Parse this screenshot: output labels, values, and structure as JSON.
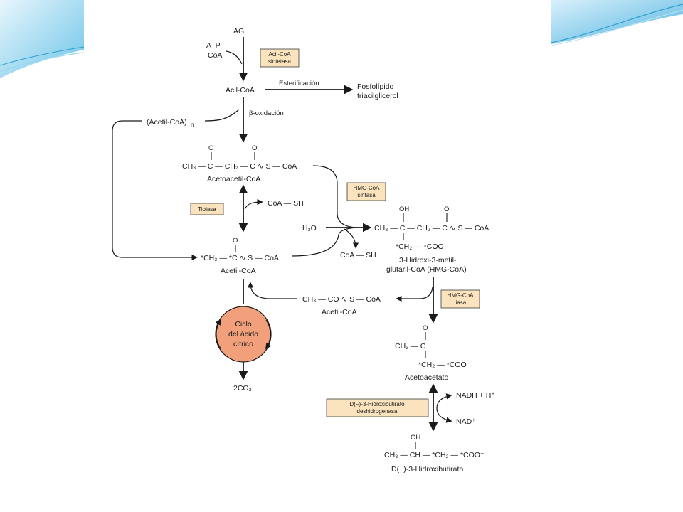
{
  "metabolites": {
    "agl": "AGL",
    "atp": "ATP",
    "coa_in": "CoA",
    "acil_coa": "Acil-CoA",
    "esterificacion": "Esterificación",
    "fosfolipido": "Fosfolípido",
    "triacilglicerol": "triacilglicerol",
    "beta_oxidacion": "β-oxidación",
    "acetil_coa_n": "(Acetil-CoA)",
    "acetil_coa_n_sub": "n",
    "acetoacetil_coa": "Acetoacetil-CoA",
    "coa_sh_1": "CoA — SH",
    "h2o": "H₂O",
    "coa_sh_2": "CoA — SH",
    "acetil_coa": "Acetil-CoA",
    "hmg_name_1": "3-Hidroxi-3-metil-",
    "hmg_name_2": "glutaril-CoA (HMG-CoA)",
    "acetil_coa_2": "Acetil-CoA",
    "acetoacetato": "Acetoacetato",
    "nadh": "NADH + H⁺",
    "nad": "NAD⁺",
    "hidroxibutirato": "D(−)-3-Hidroxibutirato",
    "co2": "2CO₂"
  },
  "formulas": {
    "acetoacetil_chain": "CH₃ — C — CH₂ — C ∿ S — CoA",
    "acetil_chain": "*CH₃ — *C ∿ S — CoA",
    "hmg_chain": "CH₃ — C — CH₂ — C ∿ S — CoA",
    "hmg_branch": "*CH₂ — *COO⁻",
    "hmg_oh": "OH",
    "acetil2_chain": "CH₃ — CO ∿ S — CoA",
    "acetoacetato_top": "CH₃ — C",
    "acetoacetato_branch": "*CH₂ — *COO⁻",
    "hidroxi_oh": "OH",
    "hidroxi_chain": "CH₃ — CH — *CH₂ — *COO⁻",
    "carbonyl_o": "O"
  },
  "enzymes": {
    "acil_coa_sintetasa": [
      "Acil-CoA",
      "sintetasa"
    ],
    "hmg_coa_sintasa": [
      "HMG-CoA",
      "sintasa"
    ],
    "tiolasa": [
      "Tiolasa"
    ],
    "hmg_coa_liasa": [
      "HMG-CoA",
      "liasa"
    ],
    "hidroxibutirato_dh": [
      "D(−)-3-Hidroxibutirato",
      "deshidrogenasa"
    ]
  },
  "cycle": {
    "line1": "Ciclo",
    "line2": "del ácido",
    "line3": "cítrico",
    "fill": "#f2a07b"
  },
  "colors": {
    "enzyme_box": "#fbe3bd",
    "wave_light": "#bfe6f5",
    "wave_dark": "#3aa9d8"
  }
}
